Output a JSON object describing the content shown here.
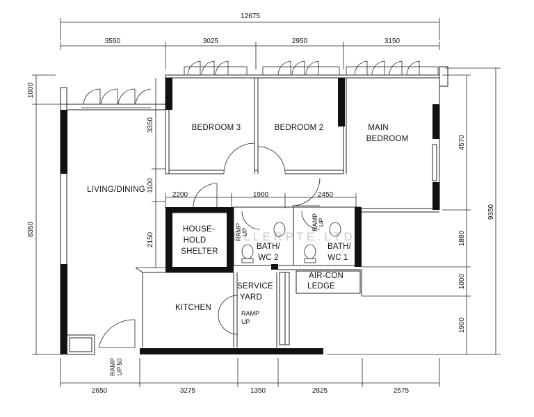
{
  "dimensions": {
    "top_total": "12675",
    "top_segments": [
      "3550",
      "3025",
      "2950",
      "3150"
    ],
    "bottom_segments": [
      "2650",
      "3275",
      "1350",
      "2825",
      "2575"
    ],
    "left_outer": [
      "1000",
      "8350"
    ],
    "left_inner": [
      "3350",
      "1100",
      "2150"
    ],
    "right_inner": [
      "4570",
      "1880",
      "1000",
      "1900"
    ],
    "right_total": "9350",
    "mid_row": [
      "2200",
      "1900",
      "2450"
    ]
  },
  "rooms": {
    "bedroom3": "BEDROOM 3",
    "bedroom2": "BEDROOM 2",
    "main_bedroom": [
      "MAIN",
      "BEDROOM"
    ],
    "living_dining": "LIVING/DINING",
    "household_shelter": [
      "HOUSE-",
      "HOLD",
      "SHELTER"
    ],
    "bath_wc2": [
      "BATH/",
      "WC 2"
    ],
    "bath_wc1": [
      "BATH/",
      "WC 1"
    ],
    "aircon_ledge": [
      "AIR-CON",
      "LEDGE"
    ],
    "service_yard": [
      "SERVICE",
      "YARD"
    ],
    "kitchen": "KITCHEN"
  },
  "ramps": {
    "bath2": [
      "RAMP",
      "UP"
    ],
    "bath1": [
      "RAMP",
      "UP"
    ],
    "yard": [
      "RAMP",
      "UP"
    ],
    "entrance": [
      "RAMP",
      "UP 50"
    ]
  },
  "watermark": "P R O P S E L L E R   P T E .   L T D ."
}
